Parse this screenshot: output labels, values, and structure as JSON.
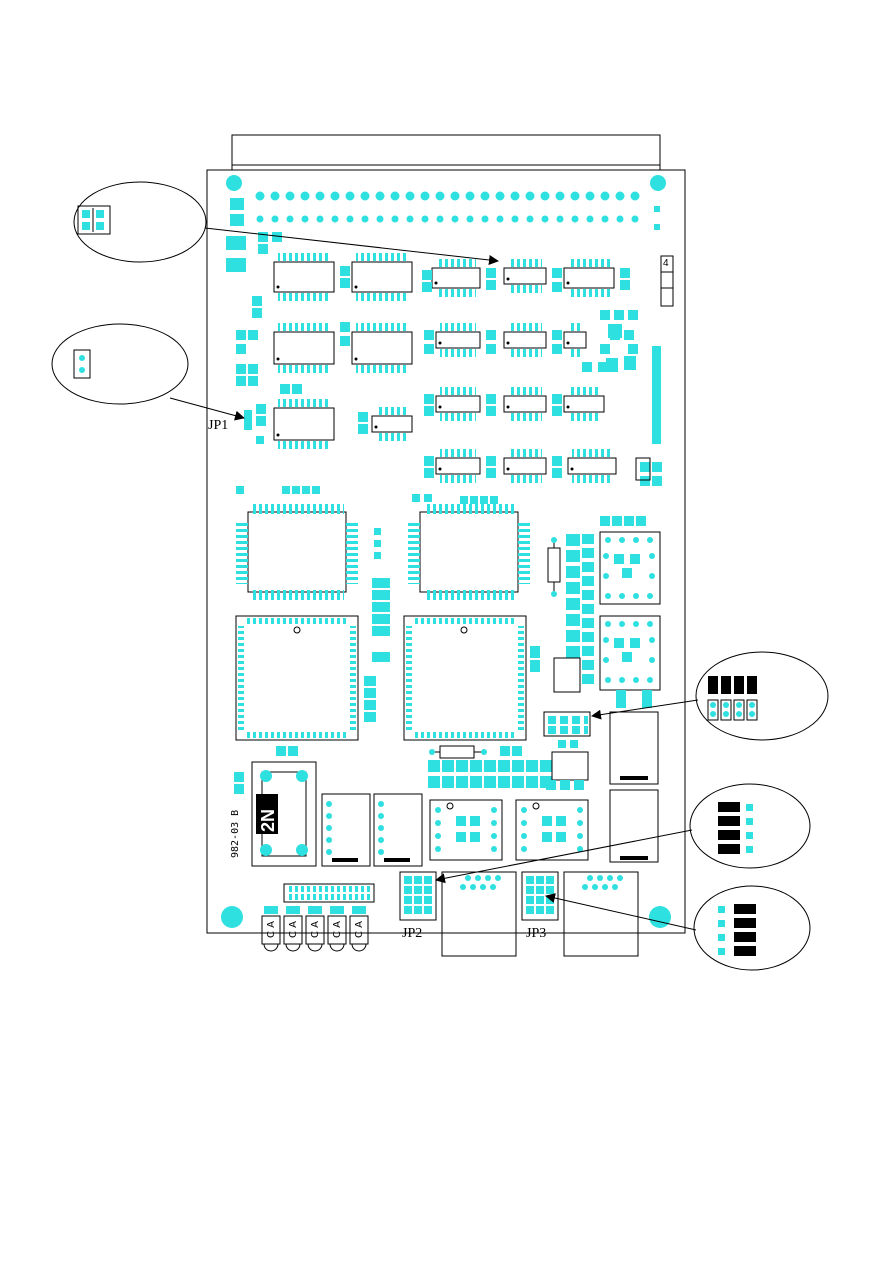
{
  "labels": {
    "jp1": "JP1",
    "jp2": "JP2",
    "jp3": "JP3",
    "silkscreen_code": "982-03 B",
    "connector_number": "4",
    "resistor_marking": "2N"
  },
  "led_labels": [
    "C A",
    "C A",
    "C A",
    "C A",
    "C A"
  ],
  "colors": {
    "pad": "#2fe0e0",
    "outline": "#000000",
    "background": "#ffffff"
  }
}
